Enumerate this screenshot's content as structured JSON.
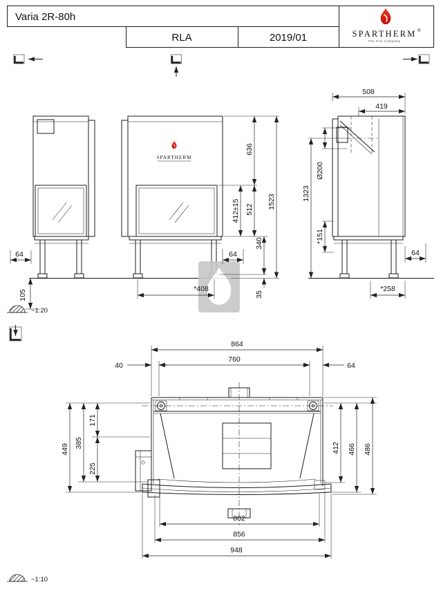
{
  "title_block": {
    "model": "Varia 2R-80h",
    "code": "RLA",
    "date": "2019/01",
    "brand": "SPARTHERM",
    "registered": "®",
    "tagline": "The Fire Company"
  },
  "front_logo": {
    "brand": "SPARTHERM"
  },
  "view_icons": {
    "left": "view-direction-left-icon",
    "front": "view-direction-front-icon",
    "right": "view-direction-right-icon"
  },
  "scale_notes": {
    "elevation": "~1:20",
    "plan": "~1:10"
  },
  "elevation_dims": {
    "d64_left": "64",
    "d105": "105",
    "d64_front": "64",
    "d408": "*408",
    "d412": "412±15",
    "d636": "636",
    "d512": "512",
    "d340": "340",
    "d35": "35",
    "d1523": "1523"
  },
  "side_dims": {
    "d508": "508",
    "d419": "419",
    "d200": "Ø200",
    "d1323": "1323",
    "d151": "*151",
    "d64": "64",
    "d258": "*258"
  },
  "plan_dims": {
    "d864": "864",
    "d40": "40",
    "d760": "760",
    "d64": "64",
    "d171": "171",
    "d385": "385",
    "d449": "449",
    "d225": "225",
    "d412": "412",
    "d466": "466",
    "d486": "486",
    "d802": "802",
    "d856": "856",
    "d948": "948"
  },
  "colors": {
    "line": "#1b1b1b",
    "flame_red": "#d21113",
    "watermark_gray": "#c7c7c7"
  }
}
